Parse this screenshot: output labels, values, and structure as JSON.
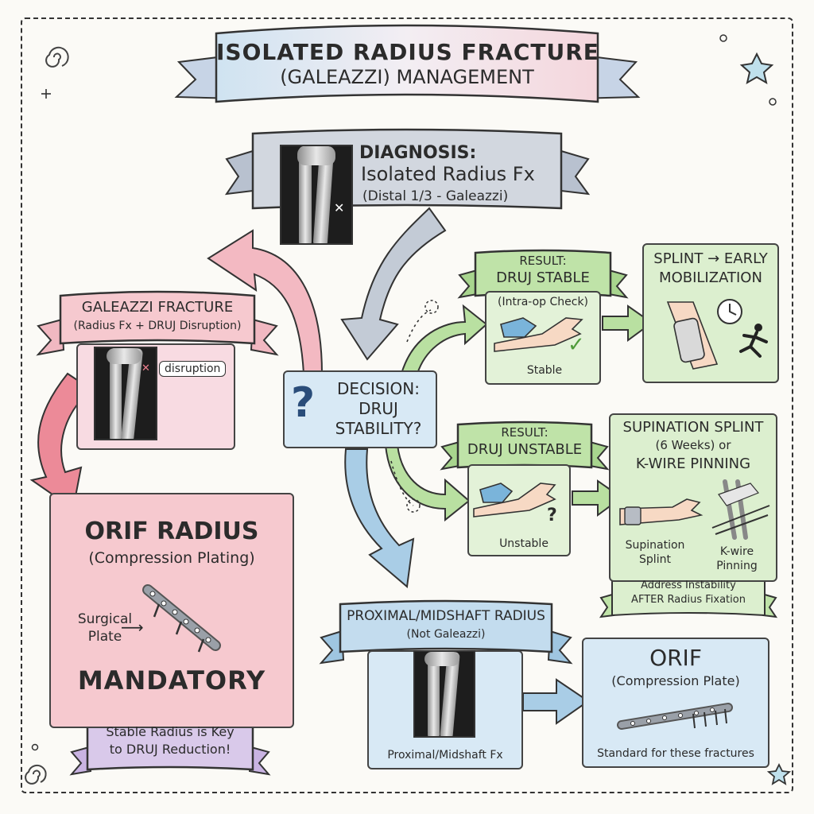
{
  "title": {
    "line1": "ISOLATED RADIUS FRACTURE",
    "line2": "(GALEAZZI) MANAGEMENT"
  },
  "diagnosis": {
    "label": "DIAGNOSIS:",
    "line1": "Isolated Radius Fx",
    "line2": "(Distal 1/3 - Galeazzi)"
  },
  "galeazzi": {
    "title": "GALEAZZI FRACTURE",
    "subtitle": "(Radius Fx + DRUJ Disruption)",
    "xray_label": "disruption"
  },
  "orif_radius": {
    "title": "ORIF RADIUS",
    "subtitle": "(Compression Plating)",
    "plate_label_1": "Surgical",
    "plate_label_2": "Plate",
    "mandatory": "MANDATORY",
    "note_1": "Stable Radius is Key",
    "note_2": "to DRUJ Reduction!"
  },
  "decision": {
    "line1": "DECISION:",
    "line2": "DRUJ",
    "line3": "STABILITY?"
  },
  "stable": {
    "label1": "RESULT:",
    "label2": "DRUJ STABLE",
    "check": "(Intra-op Check)",
    "caption": "Stable"
  },
  "stable_outcome": {
    "line1": "SPLINT → EARLY",
    "line2": "MOBILIZATION"
  },
  "unstable": {
    "label1": "RESULT:",
    "label2": "DRUJ UNSTABLE",
    "caption": "Unstable"
  },
  "unstable_outcome": {
    "line1": "SUPINATION SPLINT",
    "line2": "(6 Weeks) or",
    "line3": "K-WIRE PINNING",
    "left_caption_1": "Supination",
    "left_caption_2": "Splint",
    "right_caption_1": "K-wire",
    "right_caption_2": "Pinning",
    "note_1": "Address Instability",
    "note_2": "AFTER Radius Fixation"
  },
  "proximal": {
    "title": "PROXIMAL/MIDSHAFT RADIUS",
    "subtitle": "(Not Galeazzi)",
    "caption": "Proximal/Midshaft Fx"
  },
  "orif": {
    "title": "ORIF",
    "subtitle": "(Compression Plate)",
    "caption": "Standard for these fractures"
  },
  "colors": {
    "pink": "#f6c9cf",
    "pink_dark": "#e58f9a",
    "green": "#dcefcf",
    "green_dark": "#a8d58e",
    "blue": "#d8e9f5",
    "blue_dark": "#9cc4e0",
    "purple": "#d9c9ea",
    "gray": "#c9ccd3"
  }
}
